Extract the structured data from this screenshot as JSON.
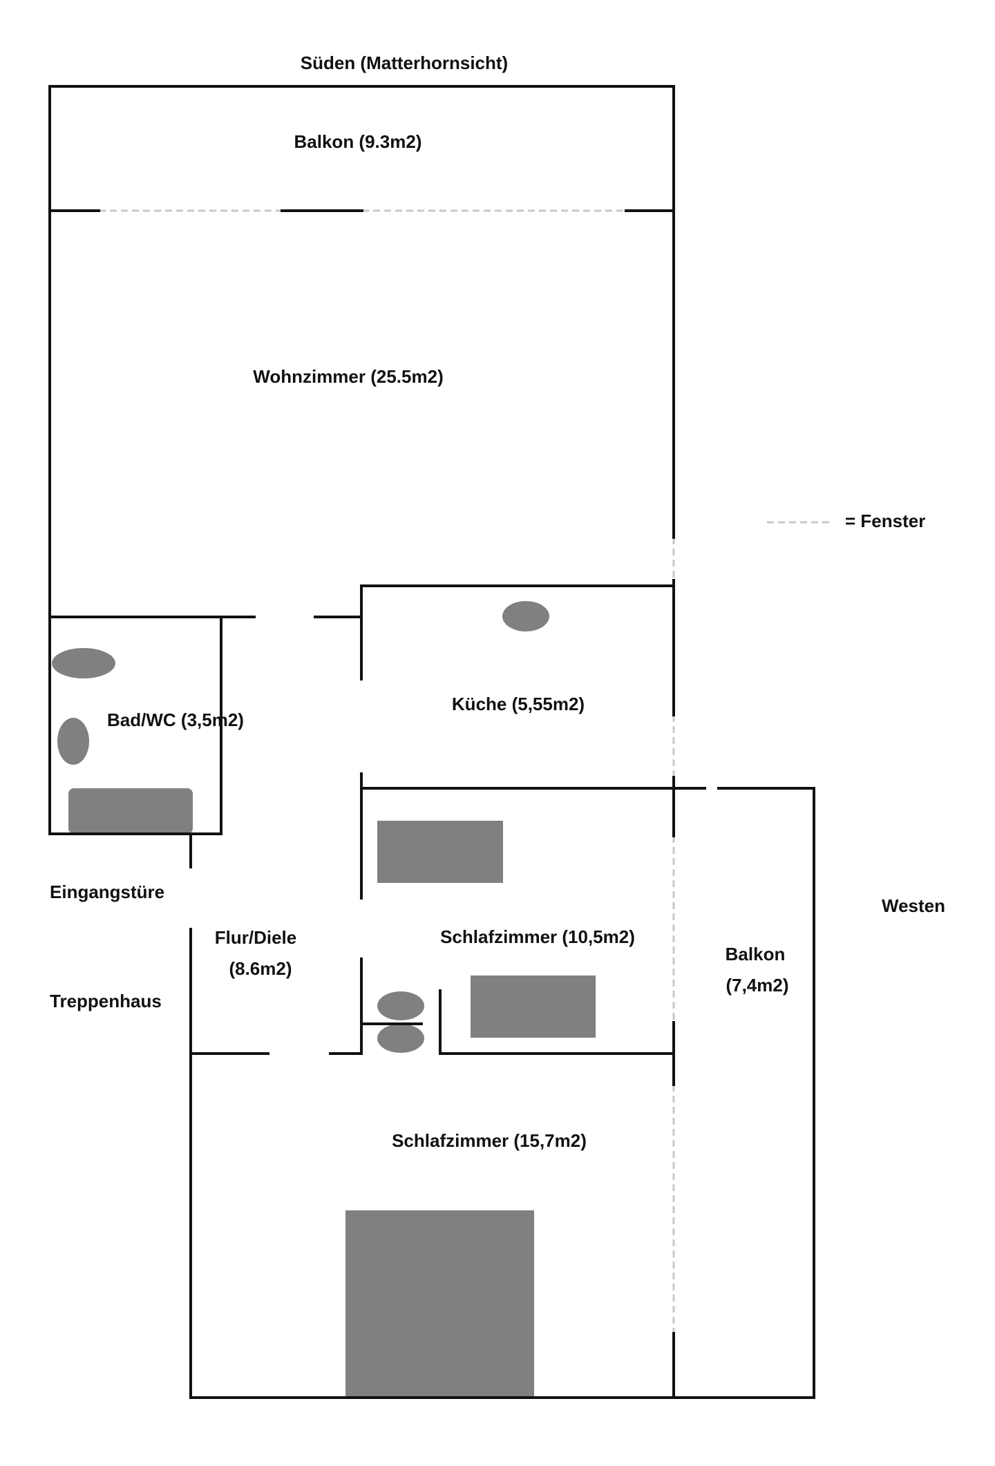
{
  "colors": {
    "wall": "#111111",
    "fixture": "#808080",
    "window": "#c8c8c8",
    "background": "#ffffff"
  },
  "orientation": {
    "south": "Süden (Matterhornsicht)",
    "west": "Westen"
  },
  "legend": {
    "window_label": "= Fenster"
  },
  "rooms": {
    "balcony_south": "Balkon (9.3m2)",
    "living_room": "Wohnzimmer (25.5m2)",
    "kitchen": "Küche (5,55m2)",
    "bathroom": "Bad/WC (3,5m2)",
    "hallway_name": "Flur/Diele",
    "hallway_area": "(8.6m2)",
    "bedroom_small": "Schlafzimmer (10,5m2)",
    "bedroom_large": "Schlafzimmer (15,7m2)",
    "balcony_west_name": "Balkon",
    "balcony_west_area": "(7,4m2)"
  },
  "labels": {
    "entrance": "Eingangstüre",
    "stairwell": "Treppenhaus"
  }
}
